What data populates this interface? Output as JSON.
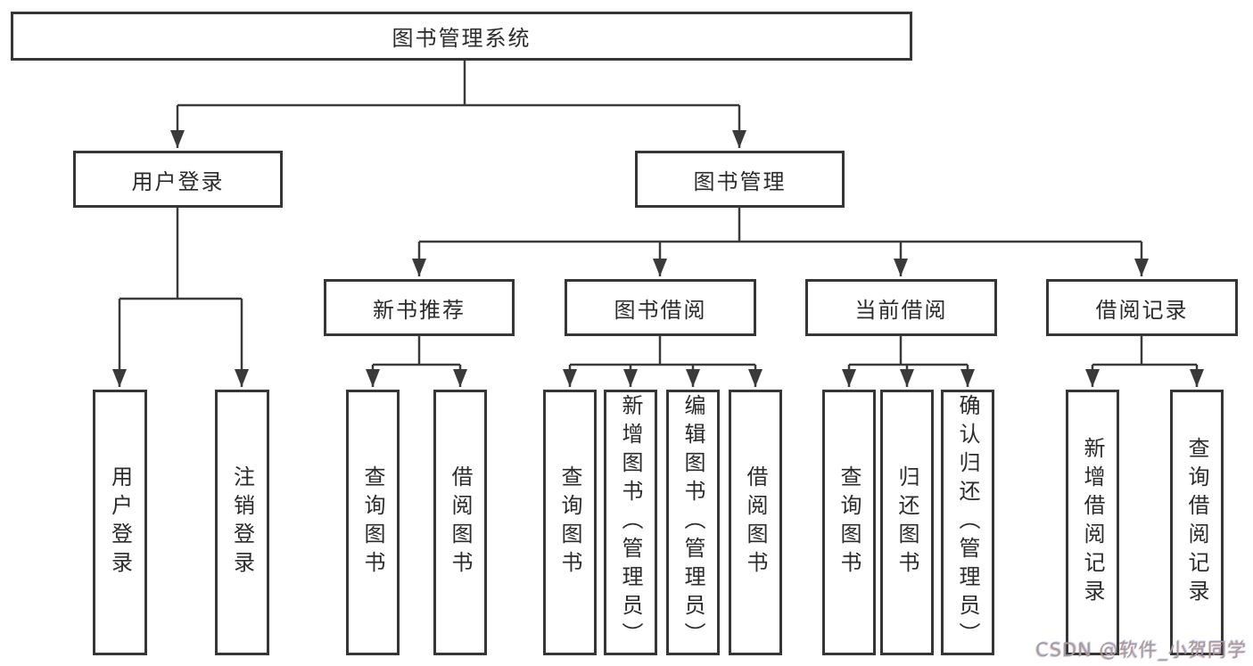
{
  "diagram": {
    "root": {
      "label": "图书管理系统"
    },
    "level2": [
      {
        "label": "用户登录"
      },
      {
        "label": "图书管理"
      }
    ],
    "level3": [
      {
        "label": "新书推荐"
      },
      {
        "label": "图书借阅"
      },
      {
        "label": "当前借阅"
      },
      {
        "label": "借阅记录"
      }
    ],
    "leaves": {
      "user_login": [
        {
          "label": "用户登录"
        },
        {
          "label": "注销登录"
        }
      ],
      "new_book": [
        {
          "label": "查询图书"
        },
        {
          "label": "借阅图书"
        }
      ],
      "book_borrow": [
        {
          "label": "查询图书"
        },
        {
          "label": "新增图书（管理员）"
        },
        {
          "label": "编辑图书（管理员）"
        },
        {
          "label": "借阅图书"
        }
      ],
      "current_borrow": [
        {
          "label": "查询图书"
        },
        {
          "label": "归还图书"
        },
        {
          "label": "确认归还（管理员）"
        }
      ],
      "borrow_records": [
        {
          "label": "新增借阅记录"
        },
        {
          "label": "查询借阅记录"
        }
      ]
    }
  },
  "watermark": {
    "text": "CSDN @软件_小贺同学"
  },
  "colors": {
    "line": "#3a3a3a",
    "box_border": "#363636",
    "text": "#2b2b2b",
    "background": "#ffffff",
    "watermark": "#9e9e9e"
  }
}
